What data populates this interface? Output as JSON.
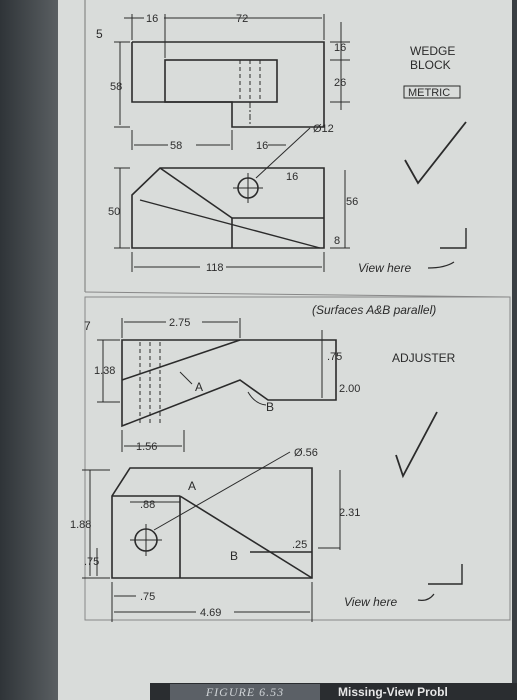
{
  "problem5": {
    "number": "5",
    "title_line1": "WEDGE",
    "title_line2": "BLOCK",
    "units_badge": "METRIC",
    "dims": {
      "d16_top": "16",
      "d72": "72",
      "d16_right": "16",
      "d26": "26",
      "d58_left": "58",
      "d58_bottom": "58",
      "d16_mid": "16",
      "dia12": "Ø12",
      "d16_hole": "16",
      "d56": "56",
      "d50": "50",
      "d8": "8",
      "d118": "118"
    },
    "view_here": "View here"
  },
  "problem7": {
    "number": "7",
    "note": "(Surfaces A&B parallel)",
    "title": "ADJUSTER",
    "dims": {
      "d275": "2.75",
      "d138": "1.38",
      "d75_top": ".75",
      "d200": "2.00",
      "d156": "1.56",
      "dia56": "Ø.56",
      "d88": ".88",
      "d231": "2.31",
      "d188": "1.88",
      "d25": ".25",
      "d75_left": ".75",
      "d75_bottom": ".75",
      "d469": "4.69"
    },
    "surface_a": "A",
    "surface_b": "B",
    "surface_a2": "A",
    "surface_b2": "B",
    "view_here": "View here"
  },
  "footer": {
    "figure_label": "FIGURE 6.53",
    "caption": "Missing-View Probl"
  }
}
